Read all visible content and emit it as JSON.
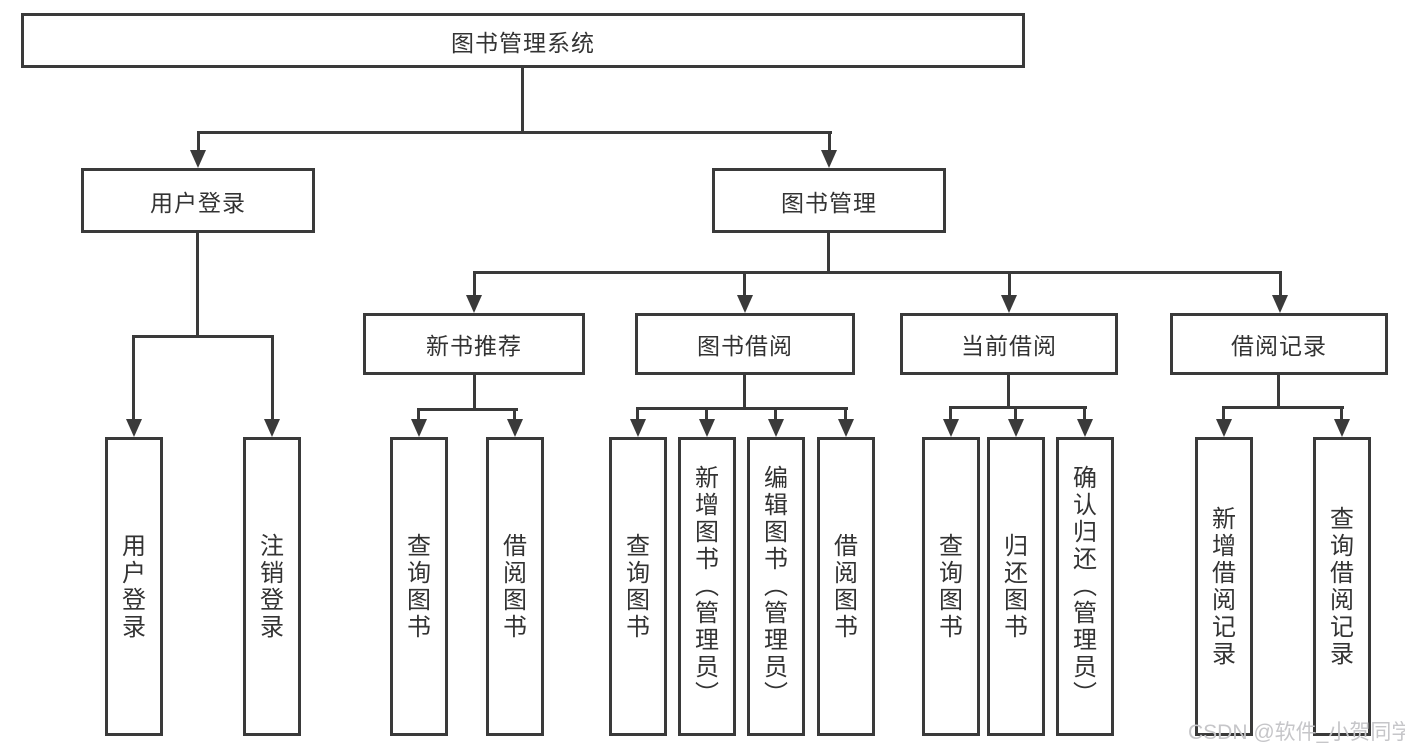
{
  "diagram": {
    "watermark": "CSDN @软件_小贺同学",
    "colors": {
      "line": "#3a3a3a",
      "text": "#333333",
      "background": "#ffffff",
      "watermark": "#c6c6c9"
    },
    "nodes": {
      "root": {
        "label": "图书管理系统"
      },
      "user_login": {
        "label": "用户登录"
      },
      "book_mgmt": {
        "label": "图书管理"
      },
      "new_book_rec": {
        "label": "新书推荐"
      },
      "book_borrow": {
        "label": "图书借阅"
      },
      "current_borrow": {
        "label": "当前借阅"
      },
      "borrow_records": {
        "label": "借阅记录"
      },
      "leaf_user_login": {
        "label": "用户登录"
      },
      "leaf_logout": {
        "label": "注销登录"
      },
      "leaf_query_book_1": {
        "label": "查询图书"
      },
      "leaf_borrow_book_1": {
        "label": "借阅图书"
      },
      "leaf_query_book_2": {
        "label": "查询图书"
      },
      "leaf_add_book": {
        "label": "新增图书（管理员）"
      },
      "leaf_edit_book": {
        "label": "编辑图书（管理员）"
      },
      "leaf_borrow_book_2": {
        "label": "借阅图书"
      },
      "leaf_query_book_3": {
        "label": "查询图书"
      },
      "leaf_return_book": {
        "label": "归还图书"
      },
      "leaf_confirm_return": {
        "label": "确认归还（管理员）"
      },
      "leaf_add_record": {
        "label": "新增借阅记录"
      },
      "leaf_query_record": {
        "label": "查询借阅记录"
      }
    }
  }
}
